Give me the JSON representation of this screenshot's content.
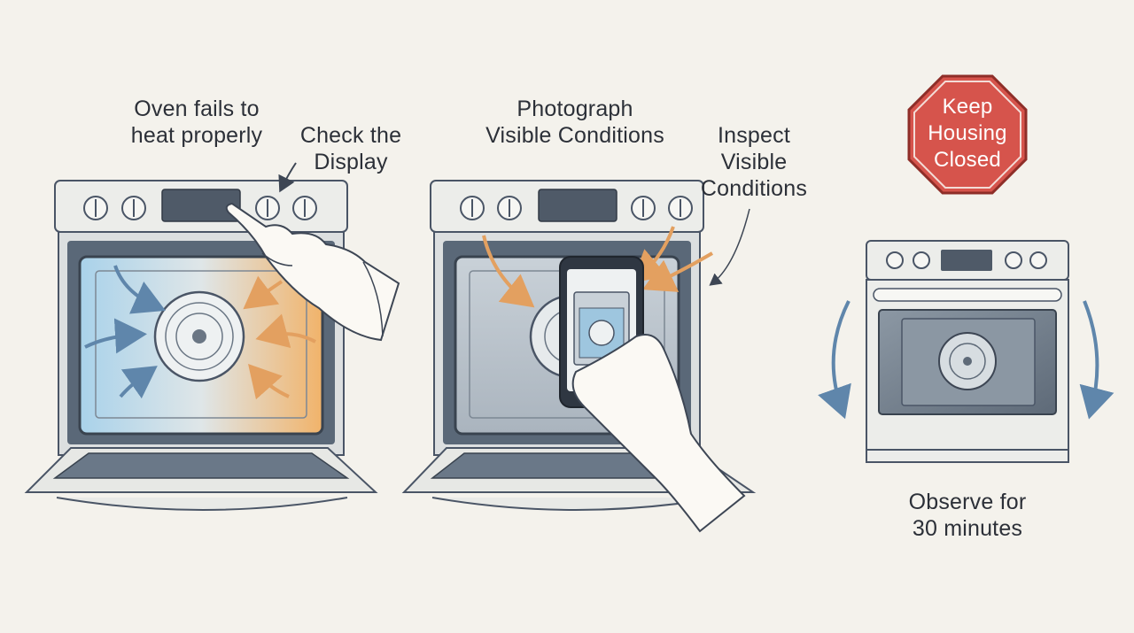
{
  "panel1": {
    "caption": "Oven fails to\nheat properly",
    "callout": "Check the\nDisplay"
  },
  "panel2": {
    "caption": "Photograph\nVisible Conditions",
    "callout": "Inspect\nVisible\nConditions"
  },
  "panel3": {
    "stop_sign": "Keep\nHousing\nClosed",
    "caption": "Observe for\n30 minutes"
  },
  "colors": {
    "background": "#f4f2ec",
    "oven_steel": "#e8e9e6",
    "oven_frame": "#55657a",
    "cold_air": "#a9d2ea",
    "warm_air": "#f1b36a",
    "arrow_blue": "#5f86ab",
    "arrow_orange": "#e3a060",
    "stop_red": "#d6544c"
  },
  "icons": [
    "hand-pointer-icon",
    "smartphone-icon",
    "stop-sign-icon",
    "fan-icon"
  ]
}
